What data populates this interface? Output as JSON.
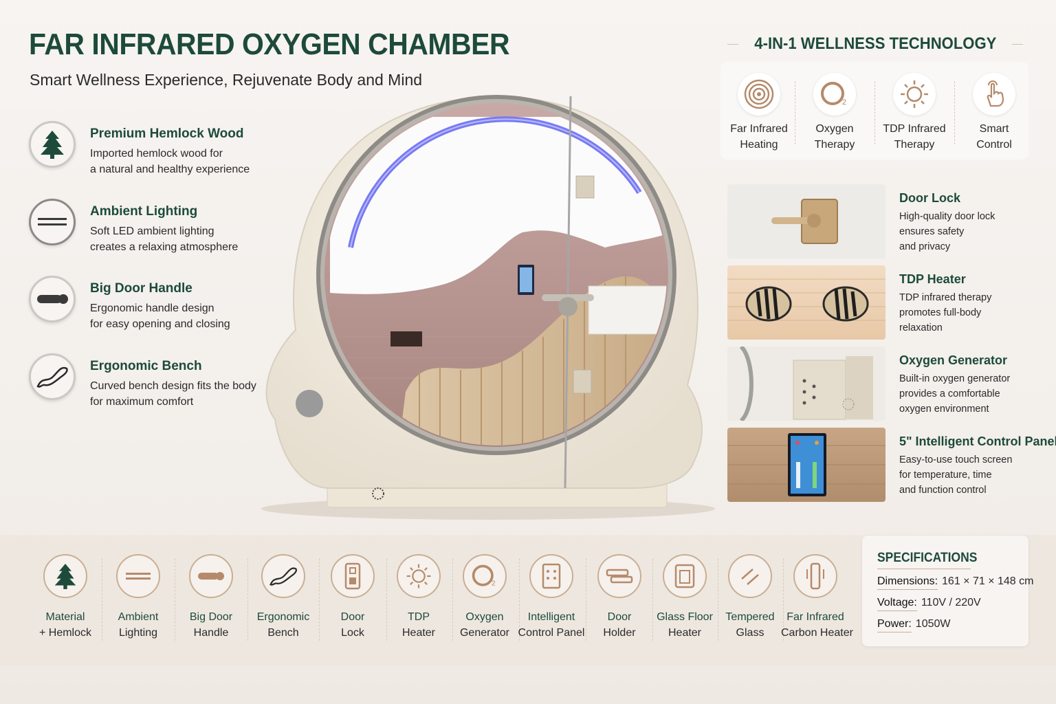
{
  "header": {
    "title": "FAR INFRARED OXYGEN CHAMBER",
    "subtitle": "Smart Wellness Experience, Rejuvenate Body and Mind"
  },
  "features": [
    {
      "title": "Premium Hemlock Wood",
      "desc_1": "Imported hemlock wood for",
      "desc_2": "a natural and healthy experience",
      "icon": "tree-icon"
    },
    {
      "title": "Ambient Lighting",
      "desc_1": "Soft LED ambient lighting",
      "desc_2": "creates a relaxing atmosphere",
      "icon": "light-bar-icon"
    },
    {
      "title": "Big Door Handle",
      "desc_1": "Ergonomic handle design",
      "desc_2": "for easy opening and closing",
      "icon": "handle-icon"
    },
    {
      "title": "Ergonomic Bench",
      "desc_1": "Curved bench design fits the body",
      "desc_2": "for maximum comfort",
      "icon": "bench-curve-icon"
    }
  ],
  "tech": {
    "heading": "4-IN-1 WELLNESS TECHNOLOGY",
    "items": [
      {
        "line1": "Far Infrared",
        "line2": "Heating",
        "icon": "infrared-rings-icon"
      },
      {
        "line1": "Oxygen",
        "line2": "Therapy",
        "icon": "o2-icon"
      },
      {
        "line1": "TDP Infrared",
        "line2": "Therapy",
        "icon": "sun-icon"
      },
      {
        "line1": "Smart",
        "line2": "Control",
        "icon": "touch-hand-icon"
      }
    ]
  },
  "details": [
    {
      "title": "Door Lock",
      "lines": [
        "High-quality door lock",
        "ensures safety",
        "and privacy"
      ]
    },
    {
      "title": "TDP Heater",
      "lines": [
        "TDP infrared therapy",
        "promotes full-body",
        "relaxation"
      ]
    },
    {
      "title": "Oxygen Generator",
      "lines": [
        "Built-in oxygen generator",
        "provides a comfortable",
        "oxygen environment"
      ]
    },
    {
      "title": "5\" Intelligent Control Panel",
      "lines": [
        "Easy-to-use touch screen",
        "for temperature, time",
        "and function control"
      ]
    }
  ],
  "bottom_items": [
    {
      "line1": "Material",
      "line2": "+ Hemlock",
      "icon": "tree-icon"
    },
    {
      "line1": "Ambient",
      "line2": "Lighting",
      "icon": "light-bar-icon"
    },
    {
      "line1": "Big Door",
      "line2": "Handle",
      "icon": "handle-icon"
    },
    {
      "line1": "Ergonomic",
      "line2": "Bench",
      "icon": "bench-curve-icon"
    },
    {
      "line1": "Door",
      "line2": "Lock",
      "icon": "lock-icon"
    },
    {
      "line1": "TDP",
      "line2": "Heater",
      "icon": "sun-icon"
    },
    {
      "line1": "Oxygen",
      "line2": "Generator",
      "icon": "o2-icon"
    },
    {
      "line1": "Intelligent",
      "line2": "Control Panel",
      "icon": "panel-icon"
    },
    {
      "line1": "Door",
      "line2": "Holder",
      "icon": "door-holder-icon"
    },
    {
      "line1": "Glass Floor",
      "line2": "Heater",
      "icon": "glass-heater-icon"
    },
    {
      "line1": "Tempered",
      "line2": "Glass",
      "icon": "glass-pane-icon"
    },
    {
      "line1": "Far Infrared",
      "line2": "Carbon Heater",
      "icon": "carbon-heater-icon"
    }
  ],
  "specs": {
    "title": "SPECIFICATIONS",
    "dimensions_label": "Dimensions:",
    "dimensions_value": "161 × 71 × 148 cm",
    "voltage_label": "Voltage:",
    "voltage_value": "110V / 220V",
    "power_label": "Power:",
    "power_value": "1050W"
  },
  "colors": {
    "accent_green": "#1d4a3b",
    "accent_tan": "#b58a6a",
    "led_blue": "#6a6cf0"
  }
}
